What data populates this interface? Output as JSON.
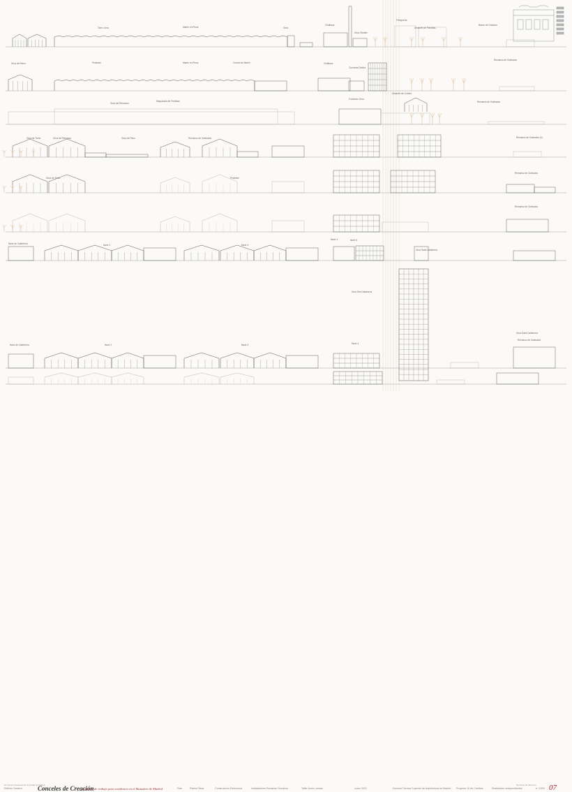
{
  "sheet": {
    "number": "07",
    "scale": "e: 1/300"
  },
  "section_labels": {
    "row1": [
      "Torno Lima",
      "Martín en Pinos",
      "Grúa",
      "Chalkaus",
      "Grúa Gestión",
      "Fresquería",
      "Almacén de Plantillas",
      "Banco de Grabado"
    ],
    "row2": [
      "Grúa de Remo",
      "Pedestal",
      "Martín en Pinos",
      "Control de Martín",
      "Chalkaus",
      "Cocheras",
      "Cabina",
      "Remanso de Grabados"
    ],
    "row3": [
      "Grúa del Remanso",
      "Maquinaria de Perdidas",
      "Almacén de Control",
      "Fundición Grúa",
      "Remanso de Grabados"
    ],
    "row4": [
      "Grúa de Torno",
      "Grúa de Remanso",
      "Grúa de Pano",
      "Remanso de Grabados",
      "Remanso de Grabados (C)"
    ],
    "row5": [
      "Grúa de Torno",
      "Pedestal",
      "Remanso de Grabados"
    ],
    "row6": [
      "Remanso de Grabados"
    ],
    "row7": [
      "Nave de Calderería",
      "Nave 2",
      "Nave 3",
      "Nave 4",
      "Nave 5",
      "Grúa Saint Calderería",
      "Grúa"
    ],
    "row8": [
      "Grúa Sint Calderería",
      "Remanso de Grabados"
    ],
    "row9": [
      "Nave de Calderería",
      "Nave 2",
      "Nave 3",
      "Nave 4",
      "Grúa Saint Calderería",
      "Remanso de Grabados"
    ]
  },
  "footer": {
    "left_small": "En Naves Artesanas de la ciudad de Madrid",
    "title": "Conceles de Creación",
    "subtitle": "espacios de trabajo para residentes en el Matadero de Madrid",
    "left_label": "Edificio Creativo",
    "items": [
      "Plan",
      "Planta Plaza",
      "Construcción Estructural",
      "Instalaciones Remanso Servicios",
      "Taller Amor Luenak",
      "curso 2022",
      "Escuela Técnica Superior de Arquitectura de Madrid",
      "Proyecto 10 de Créditos",
      "Residentes Independientes"
    ],
    "scale": "e: 1/300",
    "corner_note": "Nombres de Alumnos"
  }
}
